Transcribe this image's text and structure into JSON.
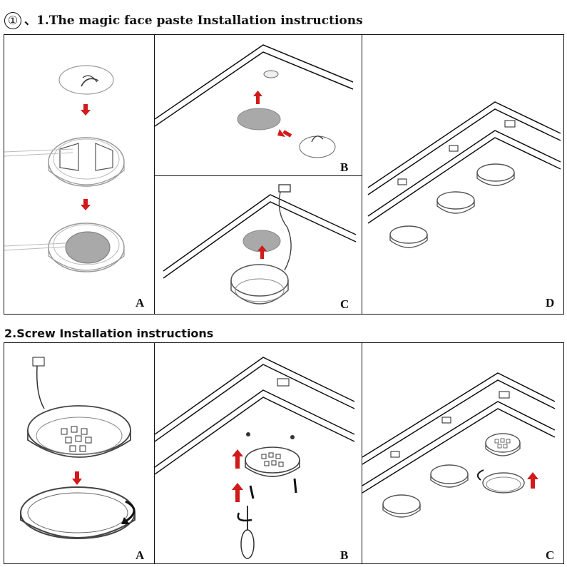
{
  "section1": {
    "number": "①",
    "title": "、1.The magic face paste Installation instructions",
    "panels": [
      {
        "label": "A"
      },
      {
        "label": "B"
      },
      {
        "label": "C"
      },
      {
        "label": "D"
      }
    ]
  },
  "section2": {
    "title": "2.Screw Installation instructions",
    "panels": [
      {
        "label": "A"
      },
      {
        "label": "B"
      },
      {
        "label": "C"
      }
    ]
  },
  "colors": {
    "arrow": "#d11a1a",
    "line": "#111111",
    "pad": "#a9a9a9"
  }
}
